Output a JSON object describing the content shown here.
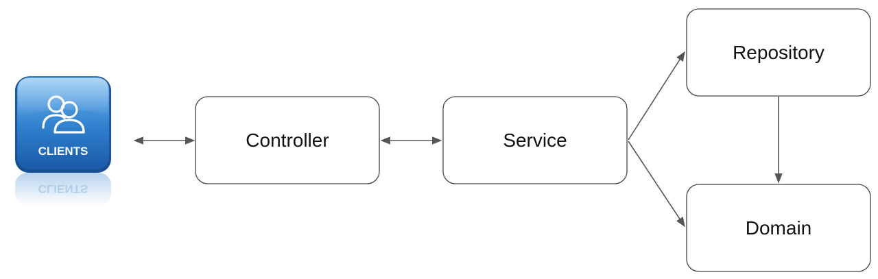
{
  "clients": {
    "label": "CLIENTS",
    "icon": "users-icon",
    "color_top": "#5aa6e6",
    "color_bottom": "#1e63b4"
  },
  "nodes": {
    "controller": {
      "label": "Controller"
    },
    "service": {
      "label": "Service"
    },
    "repository": {
      "label": "Repository"
    },
    "domain": {
      "label": "Domain"
    }
  },
  "edges": [
    {
      "from": "clients",
      "to": "controller",
      "direction": "both"
    },
    {
      "from": "controller",
      "to": "service",
      "direction": "both"
    },
    {
      "from": "service",
      "to": "repository",
      "direction": "forward"
    },
    {
      "from": "service",
      "to": "domain",
      "direction": "forward"
    },
    {
      "from": "repository",
      "to": "domain",
      "direction": "forward"
    }
  ],
  "colors": {
    "node_border": "#444444",
    "edge": "#555555"
  }
}
